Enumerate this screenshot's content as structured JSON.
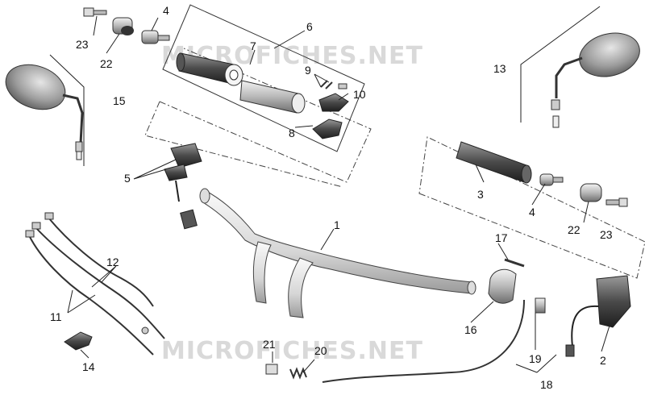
{
  "watermark": "MICROFICHES.NET",
  "labels": {
    "l1": "1",
    "l2": "2",
    "l3": "3",
    "l4a": "4",
    "l4b": "4",
    "l5": "5",
    "l6": "6",
    "l7": "7",
    "l8": "8",
    "l9": "9",
    "l10": "10",
    "l11": "11",
    "l12": "12",
    "l13": "13",
    "l14": "14",
    "l15": "15",
    "l16": "16",
    "l17": "17",
    "l18": "18",
    "l19": "19",
    "l20": "20",
    "l21": "21",
    "l22a": "22",
    "l22b": "22",
    "l23a": "23",
    "l23b": "23"
  }
}
